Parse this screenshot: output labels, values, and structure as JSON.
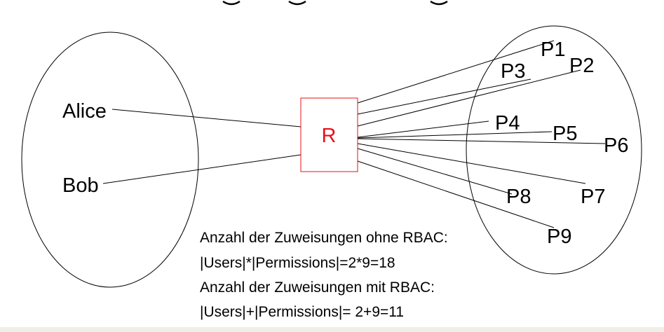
{
  "users": [
    "Alice",
    "Bob"
  ],
  "role": "R",
  "permissions": [
    "P1",
    "P2",
    "P3",
    "P4",
    "P5",
    "P6",
    "P7",
    "P8",
    "P9"
  ],
  "notes": [
    "Anzahl der Zuweisungen ohne RBAC:",
    "|Users|*|Permissions|=2*9=18",
    "Anzahl der Zuweisungen mit RBAC:",
    "|Users|+|Permissions|= 2+9=11"
  ],
  "colors": {
    "role": "#e8101a"
  }
}
